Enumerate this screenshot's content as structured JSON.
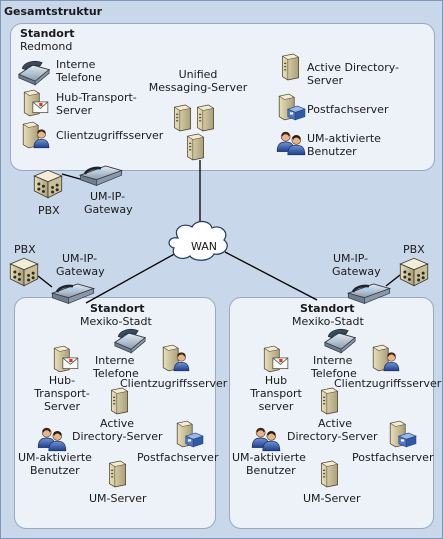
{
  "diagram": {
    "title": "Gesamtstruktur",
    "wan": "WAN",
    "colors": {
      "background": "#c9d7ea",
      "site_fill": "#edf1f8",
      "site_border": "#97a9c4",
      "frame_border": "#7f97b6",
      "link": "#000000"
    },
    "redmond": {
      "heading": "Standort",
      "name": "Redmond",
      "internal_phones_1": "Interne",
      "internal_phones_2": "Telefone",
      "hub_transport_1": "Hub-Transport-",
      "hub_transport_2": "Server",
      "client_access": "Clientzugriffsserver",
      "unified_messaging_1": "Unified",
      "unified_messaging_2": "Messaging-Server",
      "active_directory_1": "Active Directory-",
      "active_directory_2": "Server",
      "mailbox": "Postfachserver",
      "um_users_1": "UM-aktivierte",
      "um_users_2": "Benutzer",
      "pbx": "PBX",
      "gateway_1": "UM-IP-",
      "gateway_2": "Gateway"
    },
    "mexico_left": {
      "heading": "Standort",
      "name": "Mexiko-Stadt",
      "pbx": "PBX",
      "gateway_1": "UM-IP-",
      "gateway_2": "Gateway",
      "hub_transport_1": "Hub-",
      "hub_transport_2": "Transport-",
      "hub_transport_3": "Server",
      "internal_phones_1": "Interne",
      "internal_phones_2": "Telefone",
      "client_access": "Clientzugriffsserver",
      "active_directory_1": "Active",
      "active_directory_2": "Directory-Server",
      "um_users_1": "UM-aktivierte",
      "um_users_2": "Benutzer",
      "mailbox": "Postfachserver",
      "um_server": "UM-Server"
    },
    "mexico_right": {
      "heading": "Standort",
      "name": "Mexiko-Stadt",
      "pbx": "PBX",
      "gateway_1": "UM-IP-",
      "gateway_2": "Gateway",
      "hub_transport_1": "Hub",
      "hub_transport_2": "Transport",
      "hub_transport_3": "server",
      "internal_phones_1": "Interne",
      "internal_phones_2": "Telefone",
      "client_access": "Clientzugriffsserver",
      "active_directory_1": "Active",
      "active_directory_2": "Directory-Server",
      "um_users_1": "UM-aktivierte",
      "um_users_2": "Benutzer",
      "mailbox": "Postfachserver",
      "um_server": "UM-Server"
    }
  }
}
